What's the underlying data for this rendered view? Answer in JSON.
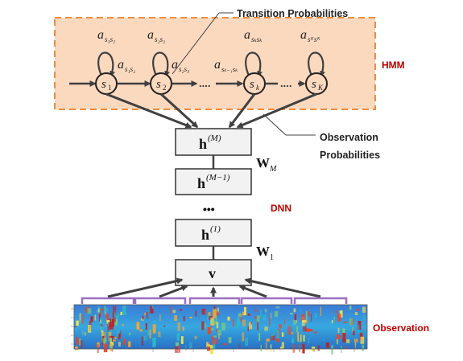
{
  "labels": {
    "transition": "Transition Probabilities",
    "observation_prob_line1": "Observation",
    "observation_prob_line2": "Probabilities",
    "hmm": "HMM",
    "dnn": "DNN",
    "observation": "Observation",
    "dots_h": "....",
    "dots_v": "•••"
  },
  "states": [
    {
      "base": "s",
      "sub": "1"
    },
    {
      "base": "s",
      "sub": "2"
    },
    {
      "base": "s",
      "sub": "k"
    },
    {
      "base": "s",
      "sub": "K"
    }
  ],
  "self_loops": [
    {
      "base": "a",
      "sub": "s₁s₁"
    },
    {
      "base": "a",
      "sub": "s₂s₂"
    },
    {
      "base": "a",
      "sub": "sₖsₖ"
    },
    {
      "base": "a",
      "sub": "sᴷsᴷ"
    }
  ],
  "transitions": [
    {
      "base": "a",
      "sub": "s₁s₂"
    },
    {
      "base": "a",
      "sub": "s₂s₃"
    },
    {
      "base": "a",
      "sub": "sₖ₋₁sₖ"
    }
  ],
  "layers": [
    {
      "base": "h",
      "sup": "(M)"
    },
    {
      "base": "h",
      "sup": "(M−1)"
    },
    {
      "base": "h",
      "sup": "(1)"
    },
    {
      "base": "v",
      "sup": ""
    }
  ],
  "weights": [
    {
      "base": "W",
      "sub": "M"
    },
    {
      "base": "W",
      "sub": "1"
    }
  ],
  "colors": {
    "hmm_fill": "#fbd9bf",
    "hmm_border": "#f08c3c",
    "label_red": "#c00000",
    "arrow": "#404040",
    "box_fill": "#f2f2f2",
    "bracket": "#9b6fbf"
  }
}
